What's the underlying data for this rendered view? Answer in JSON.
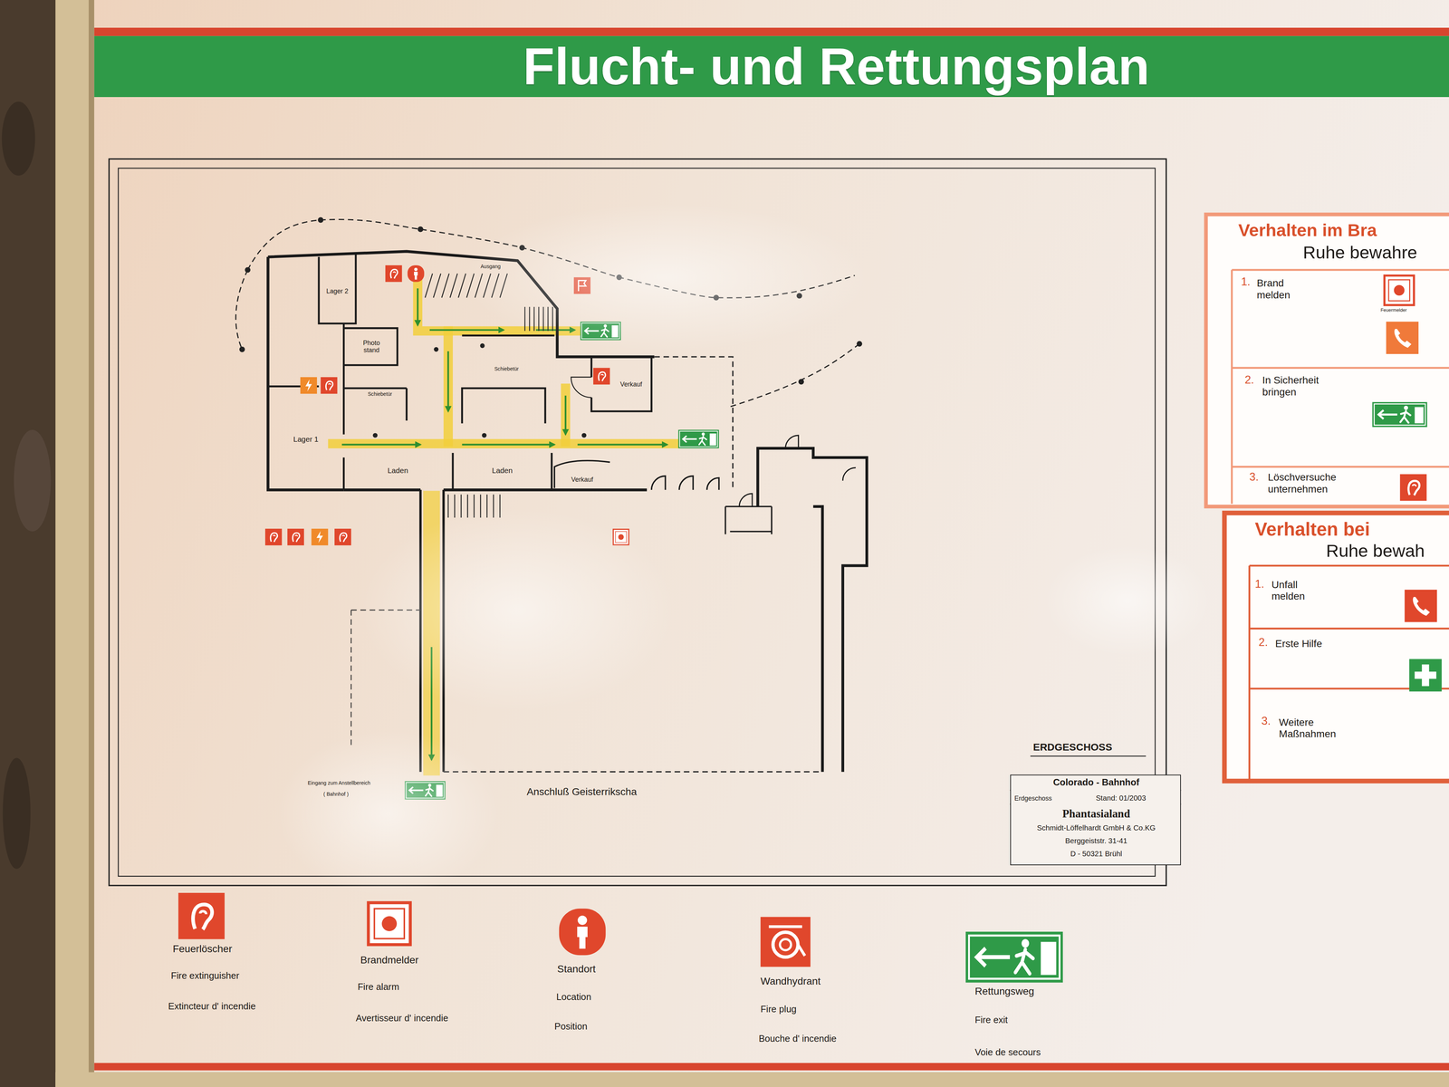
{
  "diagram": {
    "title": "Flucht- und Rettungsplan",
    "nodes": [
      {
        "text": [
          "Lager 2"
        ]
      },
      {
        "text": [
          "Photo stand"
        ]
      },
      {
        "text": [
          "Lager 1"
        ]
      },
      {
        "text": [
          "Verkauf"
        ]
      },
      {
        "text": [
          "Laden"
        ]
      },
      {
        "text": [
          "Laden"
        ]
      },
      {
        "text": [
          "Verkauf"
        ]
      },
      {
        "text": [
          "Verhalten im Bra",
          "Ruhe bewahre"
        ]
      },
      {
        "text": [
          "Verhalten bei",
          "Ruhe bewah"
        ]
      },
      {
        "text": [
          "Colorado - Bahnhof",
          "Erdgeschoss",
          "Stand: 01/2003",
          "Phantasialand",
          "Schmidt-Löffelhardt GmbH & Co.KG",
          "Berggeiststr. 31-41",
          "D - 50321 Brühl"
        ]
      }
    ],
    "labels": [
      "Ausgang",
      "Schiebetür",
      "Schiebetür",
      "Eingang zum Anstellbereich",
      "( Bahnhof )",
      "Anschluß Geisterrikscha",
      "ERDGESCHOSS",
      "Fire extinguisher",
      "Extincteur d' incendie",
      "Fire alarm",
      "Avertisseur d' incendie",
      "Location",
      "Position",
      "Fire plug",
      "Bouche d' incendie",
      "Fire exit",
      "Voie de secours",
      "1.",
      "Brand melden",
      "Feuermelder",
      "2.",
      "In Sicherheit bringen",
      "3.",
      "Löschversuche unternehmen",
      "1.",
      "Unfall melden",
      "2.",
      "Erste Hilfe",
      "3.",
      "Weitere Maßnahmen"
    ],
    "legend": [
      {
        "text": "Feuerlöscher"
      },
      {
        "text": "Brandmelder"
      },
      {
        "text": "Standort"
      },
      {
        "text": "Wandhydrant"
      },
      {
        "text": "Rettungsweg"
      }
    ]
  }
}
